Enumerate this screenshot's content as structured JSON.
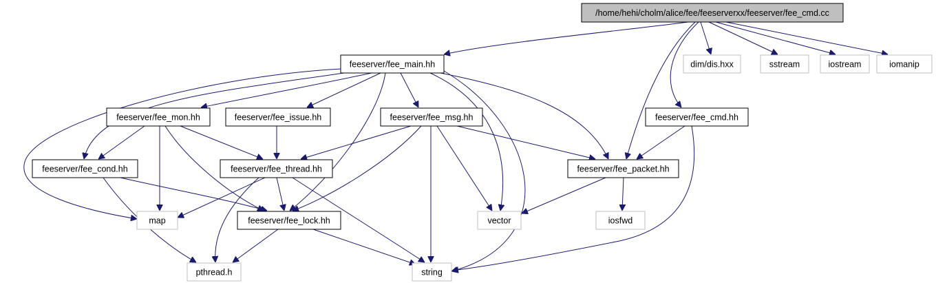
{
  "graph": {
    "colors": {
      "edge": "#1a1a6e",
      "root_fill": "#bfbfbf",
      "node_border": "#000000",
      "external_border": "#bfbfbf",
      "text": "#000000",
      "external_text": "#000000"
    },
    "nodes": [
      {
        "id": "root",
        "label": "/home/hehi/cholm/alice/fee/feeserverxx/feeserver/fee_cmd.cc",
        "kind": "root"
      },
      {
        "id": "fee_main",
        "label": "feeserver/fee_main.hh",
        "kind": "normal"
      },
      {
        "id": "dis",
        "label": "dim/dis.hxx",
        "kind": "external"
      },
      {
        "id": "sstream",
        "label": "sstream",
        "kind": "external"
      },
      {
        "id": "iostream",
        "label": "iostream",
        "kind": "external"
      },
      {
        "id": "iomanip",
        "label": "iomanip",
        "kind": "external"
      },
      {
        "id": "fee_mon",
        "label": "feeserver/fee_mon.hh",
        "kind": "normal"
      },
      {
        "id": "fee_issue",
        "label": "feeserver/fee_issue.hh",
        "kind": "normal"
      },
      {
        "id": "fee_msg",
        "label": "feeserver/fee_msg.hh",
        "kind": "normal"
      },
      {
        "id": "fee_cmd_hh",
        "label": "feeserver/fee_cmd.hh",
        "kind": "normal"
      },
      {
        "id": "fee_cond",
        "label": "feeserver/fee_cond.hh",
        "kind": "normal"
      },
      {
        "id": "fee_thread",
        "label": "feeserver/fee_thread.hh",
        "kind": "normal"
      },
      {
        "id": "fee_packet",
        "label": "feeserver/fee_packet.hh",
        "kind": "normal"
      },
      {
        "id": "map",
        "label": "map",
        "kind": "external"
      },
      {
        "id": "fee_lock",
        "label": "feeserver/fee_lock.hh",
        "kind": "normal"
      },
      {
        "id": "vector",
        "label": "vector",
        "kind": "external"
      },
      {
        "id": "iosfwd",
        "label": "iosfwd",
        "kind": "external"
      },
      {
        "id": "pthread",
        "label": "pthread.h",
        "kind": "external"
      },
      {
        "id": "string",
        "label": "string",
        "kind": "external"
      }
    ],
    "edges": [
      {
        "from": "root",
        "to": "fee_main"
      },
      {
        "from": "root",
        "to": "dis"
      },
      {
        "from": "root",
        "to": "sstream"
      },
      {
        "from": "root",
        "to": "iostream"
      },
      {
        "from": "root",
        "to": "iomanip"
      },
      {
        "from": "root",
        "to": "fee_packet"
      },
      {
        "from": "root",
        "to": "fee_cmd_hh"
      },
      {
        "from": "fee_main",
        "to": "fee_mon"
      },
      {
        "from": "fee_main",
        "to": "fee_issue"
      },
      {
        "from": "fee_main",
        "to": "fee_msg"
      },
      {
        "from": "fee_main",
        "to": "fee_cond"
      },
      {
        "from": "fee_main",
        "to": "map"
      },
      {
        "from": "fee_main",
        "to": "fee_lock"
      },
      {
        "from": "fee_main",
        "to": "vector"
      },
      {
        "from": "fee_main",
        "to": "fee_packet"
      },
      {
        "from": "fee_main",
        "to": "string"
      },
      {
        "from": "fee_mon",
        "to": "fee_cond"
      },
      {
        "from": "fee_mon",
        "to": "fee_thread"
      },
      {
        "from": "fee_mon",
        "to": "map"
      },
      {
        "from": "fee_mon",
        "to": "fee_lock"
      },
      {
        "from": "fee_issue",
        "to": "fee_thread"
      },
      {
        "from": "fee_msg",
        "to": "fee_thread"
      },
      {
        "from": "fee_msg",
        "to": "fee_packet"
      },
      {
        "from": "fee_msg",
        "to": "fee_lock"
      },
      {
        "from": "fee_msg",
        "to": "vector"
      },
      {
        "from": "fee_msg",
        "to": "string"
      },
      {
        "from": "fee_cmd_hh",
        "to": "fee_packet"
      },
      {
        "from": "fee_cmd_hh",
        "to": "string"
      },
      {
        "from": "fee_cond",
        "to": "fee_lock"
      },
      {
        "from": "fee_cond",
        "to": "pthread"
      },
      {
        "from": "fee_thread",
        "to": "map"
      },
      {
        "from": "fee_thread",
        "to": "fee_lock"
      },
      {
        "from": "fee_thread",
        "to": "pthread"
      },
      {
        "from": "fee_thread",
        "to": "string"
      },
      {
        "from": "fee_packet",
        "to": "vector"
      },
      {
        "from": "fee_packet",
        "to": "iosfwd"
      },
      {
        "from": "fee_lock",
        "to": "pthread"
      },
      {
        "from": "fee_lock",
        "to": "string"
      }
    ]
  }
}
